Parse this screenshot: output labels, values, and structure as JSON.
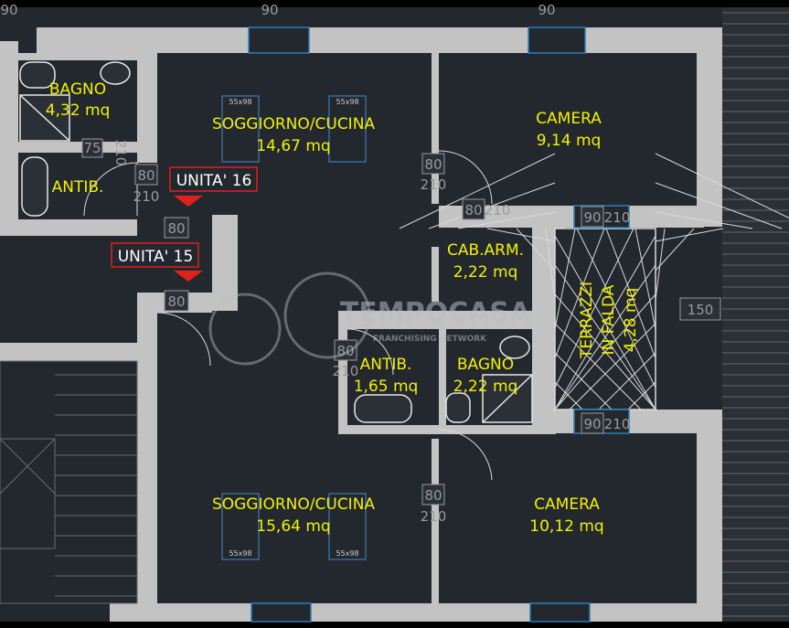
{
  "rooms": {
    "bagno_a": {
      "name": "BAGNO",
      "area": "4,32 mq"
    },
    "soggiorno_a": {
      "name": "SOGGIORNO/CUCINA",
      "area": "14,67 mq"
    },
    "camera_a": {
      "name": "CAMERA",
      "area": "9,14 mq"
    },
    "antib_a": {
      "name": "ANTIB."
    },
    "cabarm": {
      "name": "CAB.ARM.",
      "area": "2,22 mq"
    },
    "terrazzi": {
      "name_1": "TERRAZZI",
      "name_2": "IN FALDA",
      "area": "4,28 mq"
    },
    "antib_b": {
      "name": "ANTIB.",
      "area": "1,65 mq"
    },
    "bagno_b": {
      "name": "BAGNO",
      "area": "2,22 mq"
    },
    "soggiorno_b": {
      "name": "SOGGIORNO/CUCINA",
      "area": "15,64 mq"
    },
    "camera_b": {
      "name": "CAMERA",
      "area": "10,12 mq"
    }
  },
  "units": {
    "u16": "UNITA' 16",
    "u15": "UNITA' 15"
  },
  "dims": {
    "d75": "75",
    "d210": "210",
    "d80": "80",
    "d90": "90",
    "d150": "150",
    "top_left": "90",
    "top_mid": "90",
    "top_right": "90"
  },
  "windows": {
    "w": "55x98"
  },
  "watermark": {
    "brand": "TEMPOCASA",
    "network": "FRANCHISING NETWORK"
  },
  "colors": {
    "bg": "#23272e",
    "wall": "#c3c3c3",
    "label": "#f2f200",
    "unit_box": "#e0201b",
    "dim": "#9a9a9a"
  }
}
